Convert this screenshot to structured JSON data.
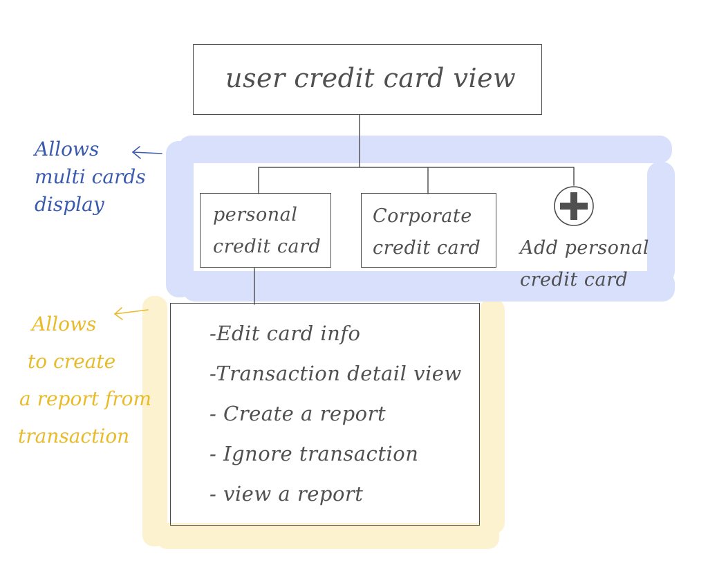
{
  "title": "user credit card view",
  "cards": {
    "personal": [
      "personal",
      "credit card"
    ],
    "corporate": [
      "Corporate",
      "credit card"
    ],
    "add": [
      "Add personal",
      "credit card"
    ]
  },
  "actions": [
    "-Edit card info",
    "-Transaction detail view",
    "- Create a report",
    "- Ignore transaction",
    "- view a report"
  ],
  "notes": {
    "multi_cards": [
      "Allows",
      "multi cards",
      "display"
    ],
    "report": [
      "Allows",
      "to create",
      "a report from",
      "transaction"
    ]
  },
  "colors": {
    "ink": "#4a4a4a",
    "blue_highlight": "#d8e0fb",
    "blue_note": "#3a5ab0",
    "yellow_highlight": "#fdf2cf",
    "yellow_note": "#e8bb2a"
  }
}
